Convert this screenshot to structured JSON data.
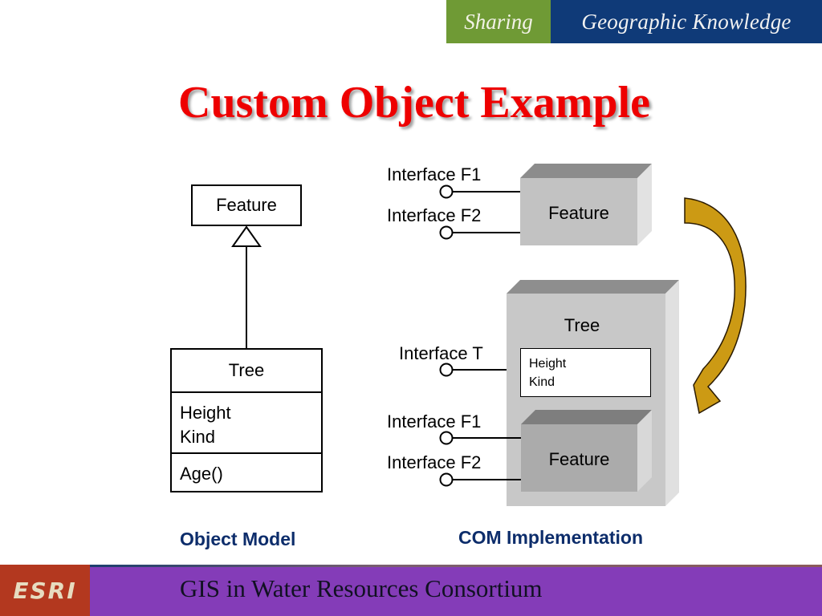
{
  "banner": {
    "left_text": "Sharing",
    "right_text": "Geographic Knowledge",
    "colors": {
      "left_bg": "#6f9a35",
      "right_bg": "#0f3a78"
    }
  },
  "title": "Custom Object Example",
  "object_model": {
    "caption": "Object Model",
    "parent_class": "Feature",
    "child_class": {
      "name": "Tree",
      "attributes": [
        "Height",
        "Kind"
      ],
      "methods": [
        "Age()"
      ]
    },
    "relationship": "inheritance"
  },
  "com_implementation": {
    "caption": "COM Implementation",
    "feature_object": {
      "label": "Feature",
      "interfaces": [
        "Interface F1",
        "Interface F2"
      ]
    },
    "tree_object": {
      "label": "Tree",
      "attributes": [
        "Height",
        "Kind"
      ],
      "interfaces": [
        "Interface T"
      ],
      "inner_feature": {
        "label": "Feature",
        "interfaces": [
          "Interface F1",
          "Interface F2"
        ]
      }
    },
    "arrow_color": "#cc9a14"
  },
  "footer": {
    "logo_text": "ESRI",
    "text": "GIS in Water Resources Consortium",
    "colors": {
      "logo_bg": "#b3381f",
      "bar_bg": "#843cb8"
    }
  },
  "colors": {
    "title": "#ee0000",
    "caption": "#0d2d6b"
  }
}
